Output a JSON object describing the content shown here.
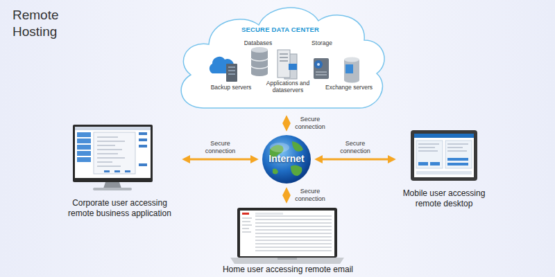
{
  "diagram": {
    "title": "Remote Hosting",
    "nodes": [
      {
        "text": [
          "SECURE DATA CENTER",
          "Databases",
          "Storage",
          "Backup servers",
          "Applications and dataservers",
          "Exchange servers"
        ]
      },
      {
        "text": [
          "Corporate user accessing remote business application"
        ]
      },
      {
        "text": [
          "Internet"
        ]
      },
      {
        "text": [
          "Mobile user accessing remote desktop"
        ]
      },
      {
        "text": [
          "Home user accessing remote email"
        ]
      }
    ],
    "edges": [
      {
        "from": 2,
        "to": 0,
        "arrow": "both",
        "label": "Secure connection"
      },
      {
        "from": 1,
        "to": 2,
        "arrow": "both",
        "label": "Secure connection"
      },
      {
        "from": 2,
        "to": 3,
        "arrow": "both",
        "label": "Secure connection"
      },
      {
        "from": 2,
        "to": 4,
        "arrow": "both",
        "label": "Secure connection"
      }
    ]
  }
}
